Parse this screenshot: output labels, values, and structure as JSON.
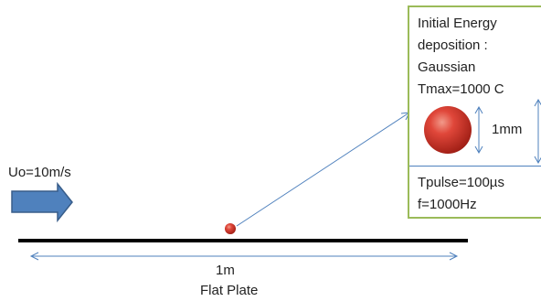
{
  "flow": {
    "velocity_label": "Uo=10m/s"
  },
  "plate": {
    "length_label": "1m",
    "name_label": "Flat Plate"
  },
  "info_box": {
    "deposition_lines": [
      "Initial Energy",
      "deposition :",
      "Gaussian",
      "Tmax=1000 C"
    ],
    "size_label": "1mm",
    "pulse_lines": [
      "Tpulse=100µs",
      "f=1000Hz"
    ]
  },
  "colors": {
    "box_border": "#9bbb59",
    "arrow_fill": "#4f81bd",
    "arrow_stroke": "#385d8a",
    "line_blue": "#4f81bd",
    "plate": "#000000",
    "dot_red": "#c0392b"
  }
}
